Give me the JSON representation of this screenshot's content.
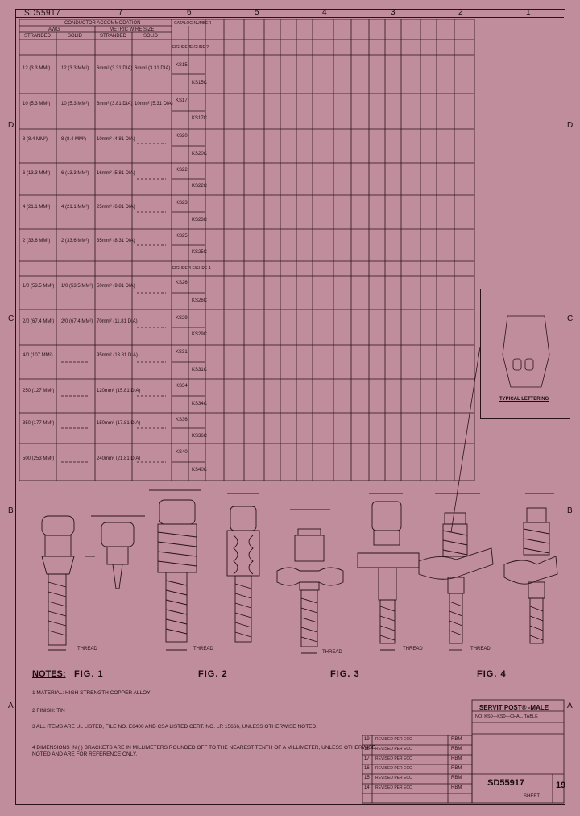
{
  "document": {
    "number": "SD55917",
    "revision": "19",
    "title": "SERVIT POST® -MALE",
    "subtitle": "NO. KS0—KS0—CHAL. TABLE",
    "sheet_label": "SHEET",
    "zone_columns": [
      "7",
      "6",
      "5",
      "4",
      "3",
      "2",
      "1"
    ],
    "zone_rows": [
      "D",
      "C",
      "B",
      "A"
    ],
    "marking_caption": "TYPICAL LETTERING",
    "figures": [
      "FIG. 1",
      "FIG. 2",
      "FIG. 3",
      "FIG. 4"
    ],
    "thread_label": "THREAD"
  },
  "table": {
    "group_header": "CONDUCTOR ACCOMMODATION",
    "sub_headers": [
      "AWG",
      "METRIC WIRE SIZE",
      "CATALOG NUMBER"
    ],
    "col_headers": [
      "STRANDED",
      "SOLID",
      "STRANDED",
      "SOLID",
      "FIGURE 1",
      "FIGURE 2"
    ],
    "fig_row_label": "FIGURE 3 FIGURE 4",
    "rows": [
      {
        "stranded": "12 (3.3 MM²)",
        "solid": "12 (3.3 MM²)",
        "metric": "6mm² (3.31 DIA)",
        "metric_solid": "6mm² (3.31 DIA)",
        "cat1": "KS15",
        "cat2": "KS15C"
      },
      {
        "stranded": "10 (5.3 MM²)",
        "solid": "10 (5.3 MM²)",
        "metric": "6mm² (3.81 DIA)",
        "metric_solid": "10mm² (5.31 DIA)",
        "cat1": "KS17",
        "cat2": "KS17C"
      },
      {
        "stranded": "8 (8.4 MM²)",
        "solid": "8 (8.4 MM²)",
        "metric": "10mm² (4.81 DIA)",
        "metric_solid": "————",
        "cat1": "KS20",
        "cat2": "KS20C"
      },
      {
        "stranded": "6 (13.3 MM²)",
        "solid": "6 (13.3 MM²)",
        "metric": "16mm² (5.81 DIA)",
        "metric_solid": "————",
        "cat1": "KS22",
        "cat2": "KS22C"
      },
      {
        "stranded": "4 (21.1 MM²)",
        "solid": "4 (21.1 MM²)",
        "metric": "25mm² (6.81 DIA)",
        "metric_solid": "————",
        "cat1": "KS23",
        "cat2": "KS23C"
      },
      {
        "stranded": "2 (33.6 MM²)",
        "solid": "2 (33.6 MM²)",
        "metric": "35mm² (8.31 DIA)",
        "metric_solid": "————",
        "cat1": "KS25",
        "cat2": "KS25C"
      },
      {
        "stranded": "1/0 (53.5 MM²)",
        "solid": "1/0 (53.5 MM²)",
        "metric": "50mm² (9.81 DIA)",
        "metric_solid": "————",
        "cat1": "KS26",
        "cat2": "KS26C"
      },
      {
        "stranded": "2/0 (67.4 MM²)",
        "solid": "2/0 (67.4 MM²)",
        "metric": "70mm² (11.81 DIA)",
        "metric_solid": "————",
        "cat1": "KS29",
        "cat2": "KS29C"
      },
      {
        "stranded": "4/0 (107 MM²)",
        "solid": "————",
        "metric": "95mm² (13.81 DIA)",
        "metric_solid": "————",
        "cat1": "KS31",
        "cat2": "KS31C"
      },
      {
        "stranded": "250 (127 MM²)",
        "solid": "————",
        "metric": "120mm² (15.81 DIA)",
        "metric_solid": "————",
        "cat1": "KS34",
        "cat2": "KS34C"
      },
      {
        "stranded": "350 (177 MM²)",
        "solid": "————",
        "metric": "150mm² (17.81 DIA)",
        "metric_solid": "————",
        "cat1": "KS36",
        "cat2": "KS36C"
      },
      {
        "stranded": "500 (253 MM²)",
        "solid": "————",
        "metric": "240mm² (21.81 DIA)",
        "metric_solid": "————",
        "cat1": "KS40",
        "cat2": "KS40C"
      }
    ]
  },
  "notes": {
    "title": "NOTES:",
    "items": [
      "1  MATERIAL: HIGH STRENGTH COPPER ALLOY",
      "2  FINISH: TIN",
      "3  ALL ITEMS ARE UL LISTED, FILE NO. E6400 AND CSA LISTED CERT. NO. LR 15666, UNLESS OTHERWISE NOTED.",
      "4  DIMENSIONS IN ( ) BRACKETS ARE IN MILLIMETERS ROUNDED OFF TO THE NEAREST TENTH OF A MILLIMETER, UNLESS OTHERWISE NOTED AND ARE FOR REFERENCE ONLY."
    ]
  },
  "revisions": [
    {
      "ltr": "19",
      "desc": "REVISED PER ECO",
      "by": "RBM"
    },
    {
      "ltr": "18",
      "desc": "REVISED PER ECO",
      "by": "RBM"
    },
    {
      "ltr": "17",
      "desc": "REVISED PER ECO",
      "by": "RBM"
    },
    {
      "ltr": "16",
      "desc": "REVISED PER ECO",
      "by": "RBM"
    },
    {
      "ltr": "15",
      "desc": "REVISED PER ECO",
      "by": "RBM"
    },
    {
      "ltr": "14",
      "desc": "REVISED PER ECO",
      "by": "RBM"
    }
  ],
  "colors": {
    "background": "#c08d9c",
    "ink": "#2a1219"
  }
}
